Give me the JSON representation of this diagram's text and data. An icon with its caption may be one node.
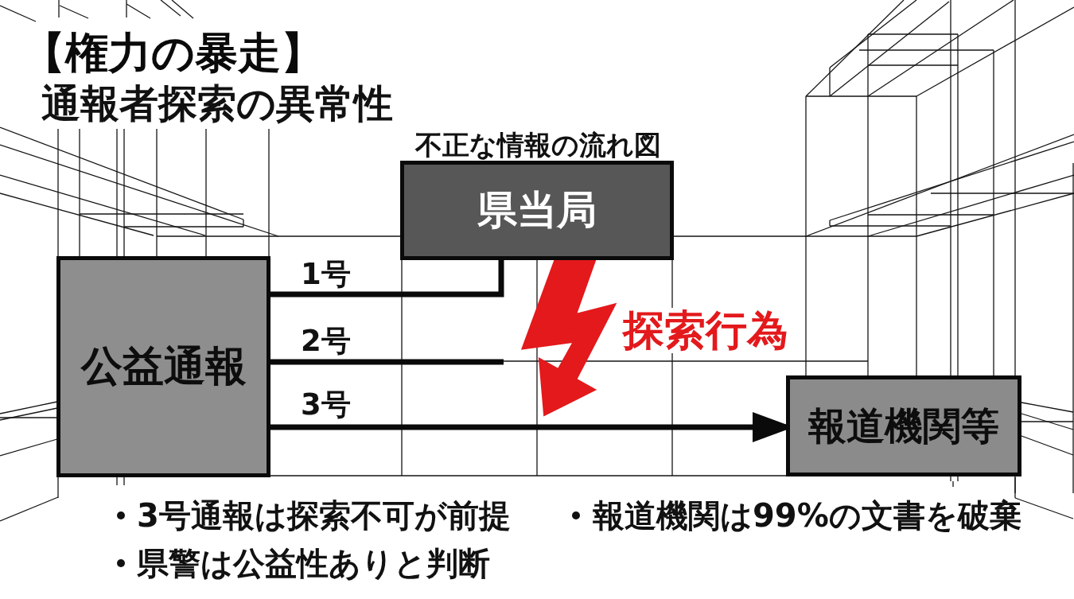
{
  "diagram": {
    "title": "【権力の暴走】",
    "nodes": [
      {
        "text": [
          "公益通報"
        ]
      },
      {
        "text": [
          "県当局"
        ]
      },
      {
        "text": [
          "報道機関等"
        ]
      }
    ],
    "edges": [
      {
        "from": 0,
        "to": 1,
        "arrow": "none",
        "label": "1号"
      },
      {
        "from": 0,
        "to": null,
        "arrow": "none",
        "label": "2号"
      },
      {
        "from": 0,
        "to": 2,
        "arrow": "to",
        "label": "3号"
      },
      {
        "from": 1,
        "to": null,
        "arrow": "to",
        "label": "探索行為",
        "style": "thick",
        "color": "#e3191c"
      }
    ],
    "labels": [
      "通報者探索の異常性",
      "不正な情報の流れ図",
      "3号通報は探索不可が前提",
      "報道機関は99%の文書を破棄",
      "県警は公益性ありと判断"
    ]
  }
}
